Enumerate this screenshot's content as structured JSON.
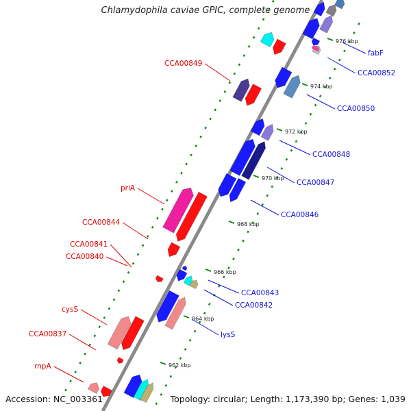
{
  "title": "Chlamydophila caviae GPIC, complete genome",
  "accession": "Accession: NC_003361",
  "summary": "Topology: circular; Length: 1,173,390 bp; Genes: 1,039",
  "colors": {
    "forward_label": "#e00000",
    "reverse_label": "#1010e0",
    "backbone": "#8a8a8a",
    "tick": "#118811"
  },
  "kbp_ticks": [
    "976 kbp",
    "974 kbp",
    "972 kbp",
    "970 kbp",
    "968 kbp",
    "966 kbp",
    "964 kbp",
    "962 kbp"
  ],
  "forward_gene_labels": [
    "CCA00849",
    "priA",
    "CCA00844",
    "CCA00841",
    "CCA00840",
    "cysS",
    "CCA00837",
    "rnpA"
  ],
  "reverse_gene_labels": [
    "fabF",
    "CCA00852",
    "CCA00850",
    "CCA00848",
    "CCA00847",
    "CCA00846",
    "CCA00843",
    "CCA00842",
    "lysS"
  ]
}
